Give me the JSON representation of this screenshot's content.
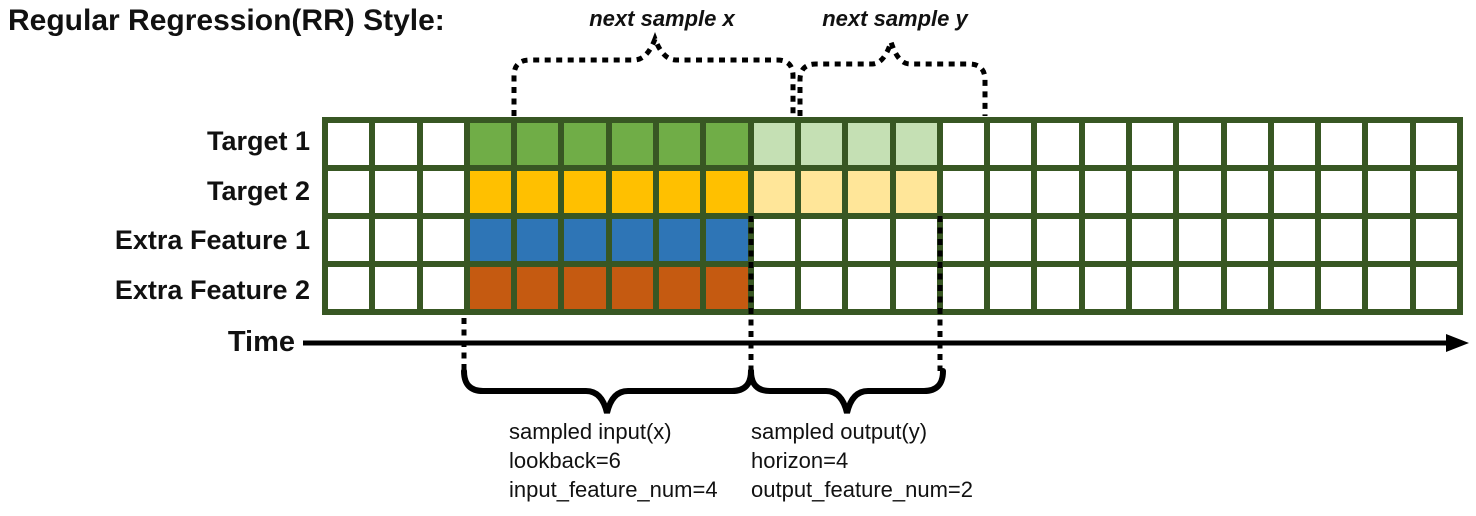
{
  "title": "Regular Regression(RR) Style:",
  "annotations": {
    "next_sample_x": "next sample x",
    "next_sample_y": "next sample y"
  },
  "time_axis": {
    "label": "Time"
  },
  "captions": {
    "input": [
      "sampled input(x)",
      "lookback=6",
      "input_feature_num=4"
    ],
    "output": [
      "sampled output(y)",
      "horizon=4",
      "output_feature_num=2"
    ]
  },
  "grid": {
    "columns": 24,
    "rows_count": 4,
    "input_start_col": 3,
    "lookback": 6,
    "horizon": 4,
    "border_color": "#385723",
    "empty_color": "#FFFFFF",
    "rows": [
      {
        "label": "Target 1",
        "input_color": "#70AD47",
        "output_color": "#C5E0B4"
      },
      {
        "label": "Target 2",
        "input_color": "#FFC000",
        "output_color": "#FFE699"
      },
      {
        "label": "Extra Feature 1",
        "input_color": "#2E75B6",
        "output_color": "#FFFFFF"
      },
      {
        "label": "Extra Feature 2",
        "input_color": "#C55A11",
        "output_color": "#FFFFFF"
      }
    ]
  },
  "colors": {
    "line": "#000000",
    "text": "#111111"
  }
}
